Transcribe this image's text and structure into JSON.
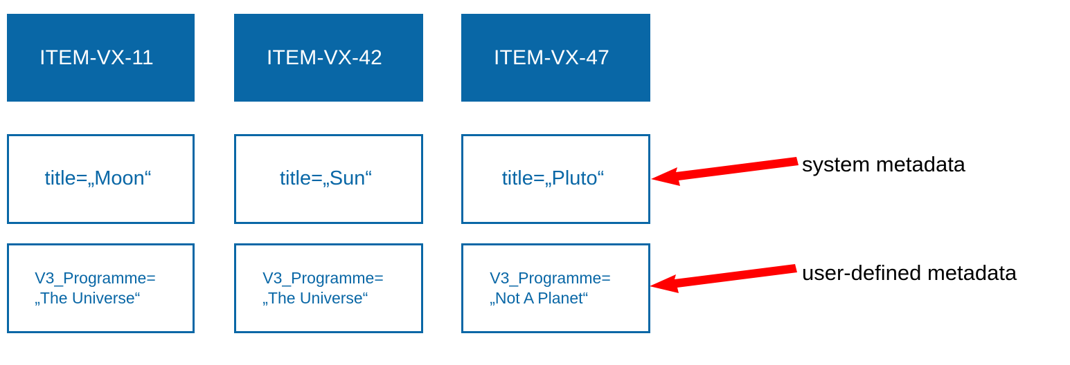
{
  "diagram": {
    "columns": [
      {
        "header": "ITEM-VX-11",
        "system_metadata": "title=„Moon“",
        "user_metadata": "V3_Programme=\n„The Universe“"
      },
      {
        "header": "ITEM-VX-42",
        "system_metadata": "title=„Sun“",
        "user_metadata": "V3_Programme=\n„The Universe“"
      },
      {
        "header": "ITEM-VX-47",
        "system_metadata": "title=„Pluto“",
        "user_metadata": "V3_Programme=\n„Not A Planet“"
      }
    ],
    "annotations": [
      {
        "label": "system metadata",
        "icon": "left-arrow-icon"
      },
      {
        "label": "user-defined metadata",
        "icon": "left-arrow-icon"
      }
    ],
    "colors": {
      "header_fill": "#0967A6",
      "header_text": "#FFFFFF",
      "box_border": "#0967A6",
      "box_text": "#0967A6",
      "box_fill": "#FFFFFF",
      "arrow": "#FF0000",
      "annotation_text": "#000000",
      "background": "#FFFFFF"
    }
  }
}
